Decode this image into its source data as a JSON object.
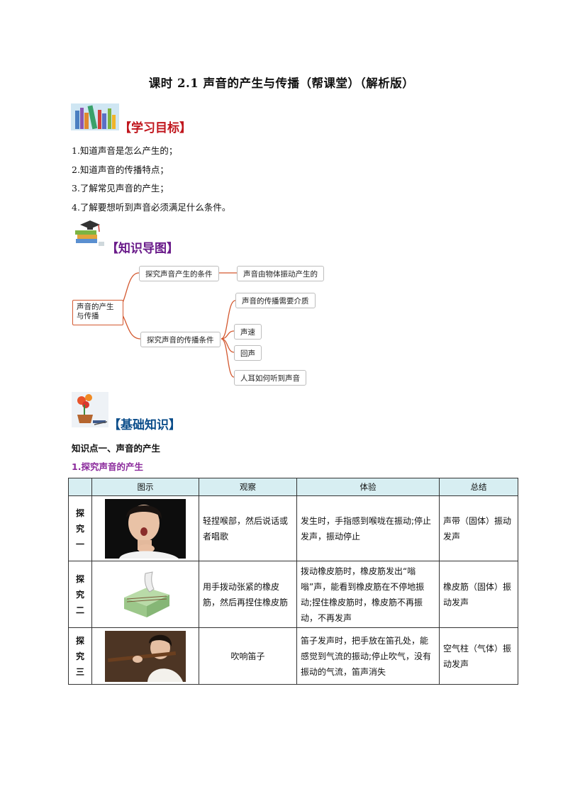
{
  "title": "课时 2.1   声音的产生与传播（帮课堂）（解析版）",
  "sections": {
    "goals_heading": "【学习目标】",
    "mindmap_heading": "【知识导图】",
    "basics_heading": "【基础知识】"
  },
  "goals": [
    "1.知道声音是怎么产生的；",
    "2.知道声音的传播特点；",
    "3.了解常见声音的产生；",
    "4.了解要想听到声音必须满足什么条件。"
  ],
  "mindmap": {
    "root": [
      "声音的产生",
      "与传播"
    ],
    "branch1": "探究声音产生的条件",
    "branch1_child": "声音由物体振动产生的",
    "branch2": "探究声音的传播条件",
    "branch2_children": [
      "声音的传播需要介质",
      "声速",
      "回声",
      "人耳如何听到声音"
    ]
  },
  "knowledge_point": "知识点一、声音的产生",
  "subheading": "1.探究声音的产生",
  "table": {
    "headers": [
      "",
      "图示",
      "观察",
      "体验",
      "总结"
    ],
    "rows": [
      {
        "label": [
          "探",
          "究",
          "一"
        ],
        "image": "woman-singing-touching-throat",
        "observe": "轻捏喉部，然后说话或者唱歌",
        "experience": "发生时，手指感到喉咙在振动;停止发声，振动停止",
        "summary": "声带（固体）振动发声"
      },
      {
        "label": [
          "探",
          "究",
          "二"
        ],
        "image": "plucking-rubber-band-on-box",
        "observe": "用手拨动张紧的橡皮筋，然后再捏住橡皮筋",
        "experience": "拨动橡皮筋时，橡皮筋发出“嗡嗡”声，能看到橡皮筋在不停地振动;捏住橡皮筋时，橡皮筋不再振动，不再发声",
        "summary": "橡皮筋（固体）振动发声"
      },
      {
        "label": [
          "探",
          "究",
          "三"
        ],
        "image": "woman-playing-flute",
        "observe": "吹响笛子",
        "experience": "笛子发声时，把手放在笛孔处，能感觉到气流的振动;停止吹气，没有振动的气流，笛声消失",
        "summary": "空气柱（气体）振动发声"
      }
    ]
  },
  "colors": {
    "goals_heading": "#c0161d",
    "mindmap_heading": "#6a1b8a",
    "basics_heading": "#0b4d8a",
    "subheading": "#8b2a9c",
    "mindmap_lines": "#d3582f",
    "table_header_bg": "#d7eef2"
  }
}
